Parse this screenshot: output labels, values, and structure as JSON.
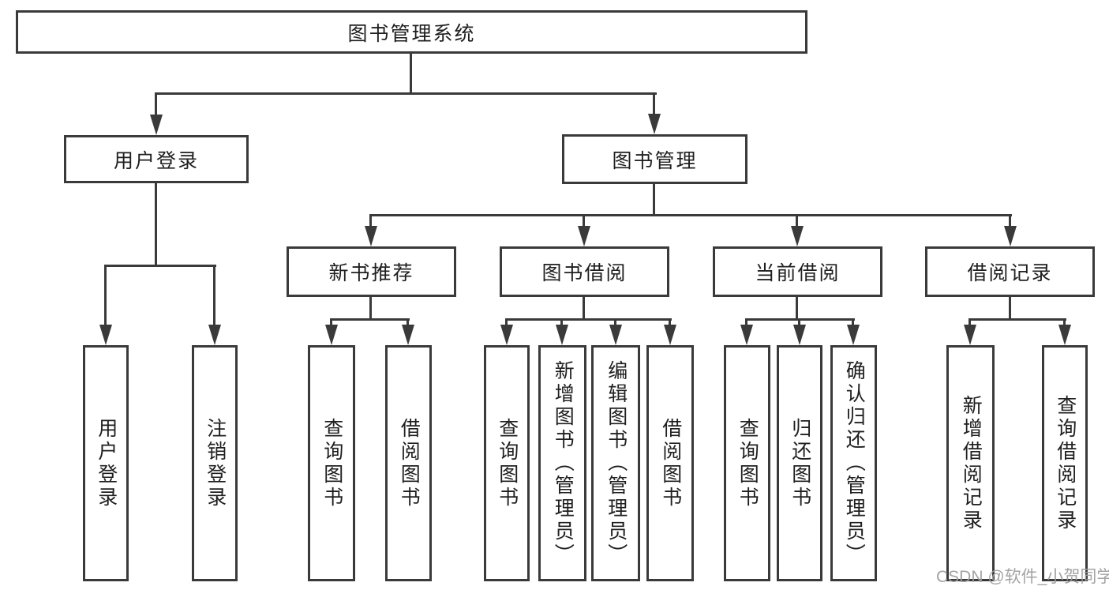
{
  "diagram": {
    "title": "图书管理系统",
    "watermark_text": "CSDN @软件_小贺同学",
    "colors": {
      "line": "#3a3a3a",
      "text": "#1f1f1f",
      "watermark": "#9e9e9e",
      "background": "#ffffff"
    },
    "tree": {
      "root": {
        "label": "图书管理系统",
        "children": [
          {
            "label": "用户登录",
            "children": [
              {
                "label": "用户登录"
              },
              {
                "label": "注销登录"
              }
            ]
          },
          {
            "label": "图书管理",
            "children": [
              {
                "label": "新书推荐",
                "children": [
                  {
                    "label": "查询图书"
                  },
                  {
                    "label": "借阅图书"
                  }
                ]
              },
              {
                "label": "图书借阅",
                "children": [
                  {
                    "label": "查询图书"
                  },
                  {
                    "label": "新增图书（管理员）"
                  },
                  {
                    "label": "编辑图书（管理员）"
                  },
                  {
                    "label": "借阅图书"
                  }
                ]
              },
              {
                "label": "当前借阅",
                "children": [
                  {
                    "label": "查询图书"
                  },
                  {
                    "label": "归还图书"
                  },
                  {
                    "label": "确认归还（管理员）"
                  }
                ]
              },
              {
                "label": "借阅记录",
                "children": [
                  {
                    "label": "新增借阅记录"
                  },
                  {
                    "label": "查询借阅记录"
                  }
                ]
              }
            ]
          }
        ]
      }
    }
  }
}
